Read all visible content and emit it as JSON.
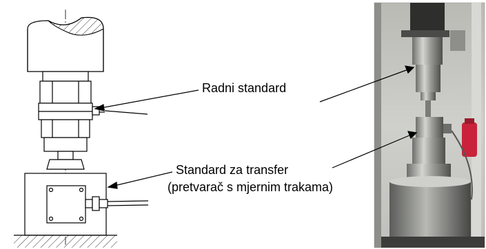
{
  "labels": {
    "working_standard": "Radni standard",
    "transfer_standard": "Standard za transfer",
    "transfer_standard_sub": "(pretvarač s mjernim trakama)"
  },
  "colors": {
    "line": "#000000",
    "photo_bg_top": "#c9c9c4",
    "photo_metal": "#a9aaa6",
    "photo_red": "#c8233a"
  }
}
